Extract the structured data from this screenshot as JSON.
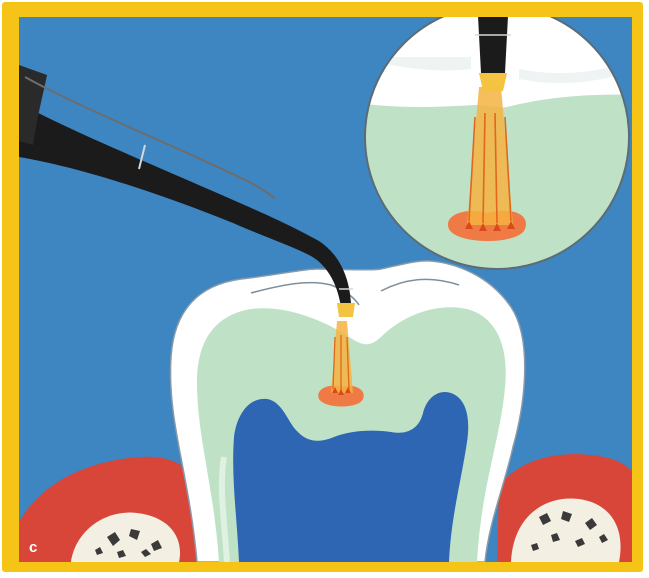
{
  "figure": {
    "panel_letter": "c"
  },
  "colors": {
    "frame": "#f6c417",
    "background": "#3d86c2",
    "enamel": "#ffffff",
    "dentin": "#bfe2c6",
    "pulp": "#2f66b3",
    "gum": "#d8463a",
    "bone": "#f3efe2",
    "instrument": "#1b1b1b",
    "spray": "#f5b341",
    "lesion": "#ef7a45"
  },
  "icons": [
    "laser-handpiece",
    "magnified-detail-circle",
    "arrow-down"
  ]
}
